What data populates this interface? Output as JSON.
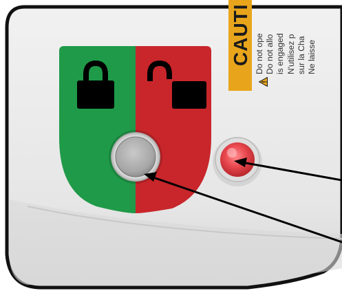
{
  "caution_label": {
    "heading": "CAUTI",
    "lines": [
      "Do not ope",
      "Do not allo",
      "is engaged",
      "N'utilisez p",
      "sur la Cha",
      "Ne laisse"
    ]
  },
  "icons": {
    "locked": "padlock-closed-icon",
    "unlocked": "padlock-open-icon",
    "warning": "warning-triangle-icon"
  },
  "colors": {
    "lock_shield_green": "#1f9a48",
    "lock_shield_red": "#c8262b",
    "caution_band": "#e8a51c",
    "housing": "#e4e4e4",
    "indicator_light": "#e8434a"
  }
}
